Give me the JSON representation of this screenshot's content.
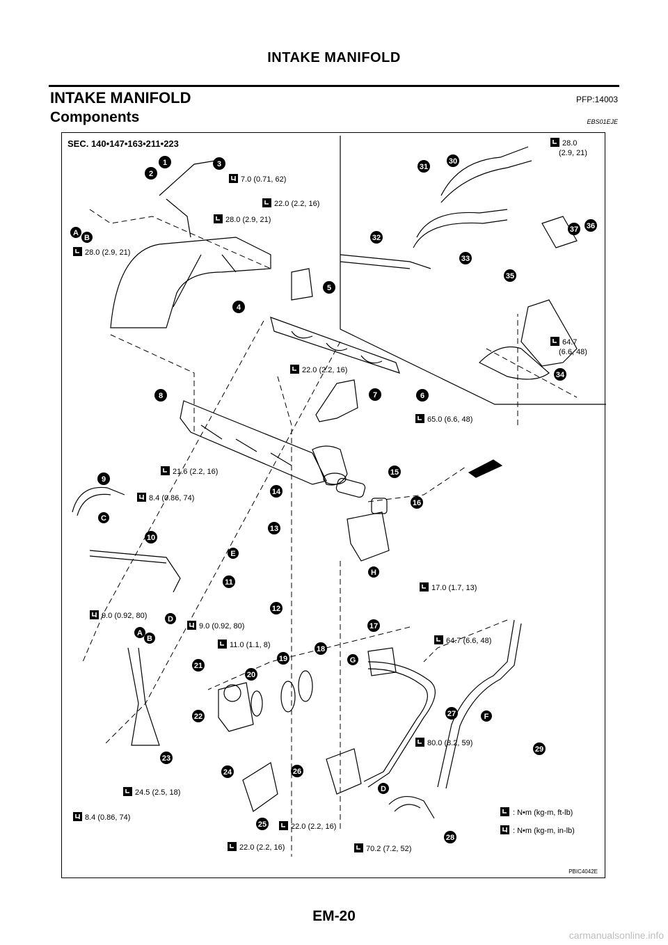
{
  "header": {
    "title": "INTAKE MANIFOLD"
  },
  "section": {
    "title": "INTAKE MANIFOLD",
    "pfp": "PFP:14003"
  },
  "subsection": {
    "title": "Components",
    "code": "EBS01EJE"
  },
  "figure": {
    "sec": "SEC. 140•147•163•211•223",
    "code": "PBIC4042E",
    "torques": [
      "7.0 (0.71, 62)",
      "22.0 (2.2, 16)",
      "28.0 (2.9, 21)",
      "28.0 (2.9, 21)",
      "28.0",
      "(2.9, 21)",
      "64.7",
      "(6.6, 48)",
      "22.0 (2.2, 16)",
      "65.0 (6.6, 48)",
      "21.6 (2.2, 16)",
      "8.4 (0.86, 74)",
      "17.0 (1.7, 13)",
      "9.0 (0.92, 80)",
      "9.0 (0.92, 80)",
      "11.0 (1.1, 8)",
      "64.7 (6.6, 48)",
      "80.0 (8.2, 59)",
      "24.5 (2.5, 18)",
      "8.4 (0.86, 74)",
      "22.0 (2.2, 16)",
      "22.0 (2.2, 16)",
      "70.2 (7.2, 52)"
    ],
    "legend": [
      ": N•m (kg-m, ft-lb)",
      ": N•m (kg-m, in-lb)"
    ],
    "refs": [
      "1",
      "2",
      "3",
      "4",
      "5",
      "6",
      "7",
      "8",
      "9",
      "10",
      "11",
      "12",
      "13",
      "14",
      "15",
      "16",
      "17",
      "18",
      "19",
      "20",
      "21",
      "22",
      "23",
      "24",
      "25",
      "26",
      "27",
      "28",
      "29",
      "30",
      "31",
      "32",
      "33",
      "34",
      "35",
      "36",
      "37"
    ],
    "letters": [
      "A",
      "B",
      "C",
      "D",
      "E",
      "F",
      "G",
      "H",
      "A",
      "B",
      "D"
    ]
  },
  "footer": {
    "page": "EM-20",
    "watermark": "carmanualsonline.info"
  }
}
